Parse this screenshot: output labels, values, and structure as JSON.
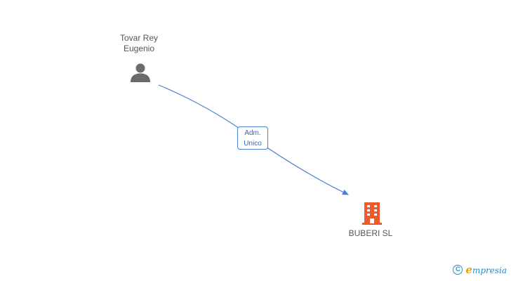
{
  "person": {
    "name_line1": "Tovar Rey",
    "name_line2": "Eugenio",
    "icon": "person-icon"
  },
  "relation": {
    "line1": "Adm.",
    "line2": "Unico"
  },
  "company": {
    "name": "BUBERI SL",
    "icon": "building-icon"
  },
  "brand": {
    "copyright_symbol": "C",
    "logo_initial": "e",
    "logo_rest": "mpresia"
  },
  "colors": {
    "edge": "#4a7fd4",
    "person_icon": "#6b6b6b",
    "company_icon": "#f05a2a",
    "brand_blue": "#2a8bc7",
    "brand_orange": "#f0a000"
  }
}
